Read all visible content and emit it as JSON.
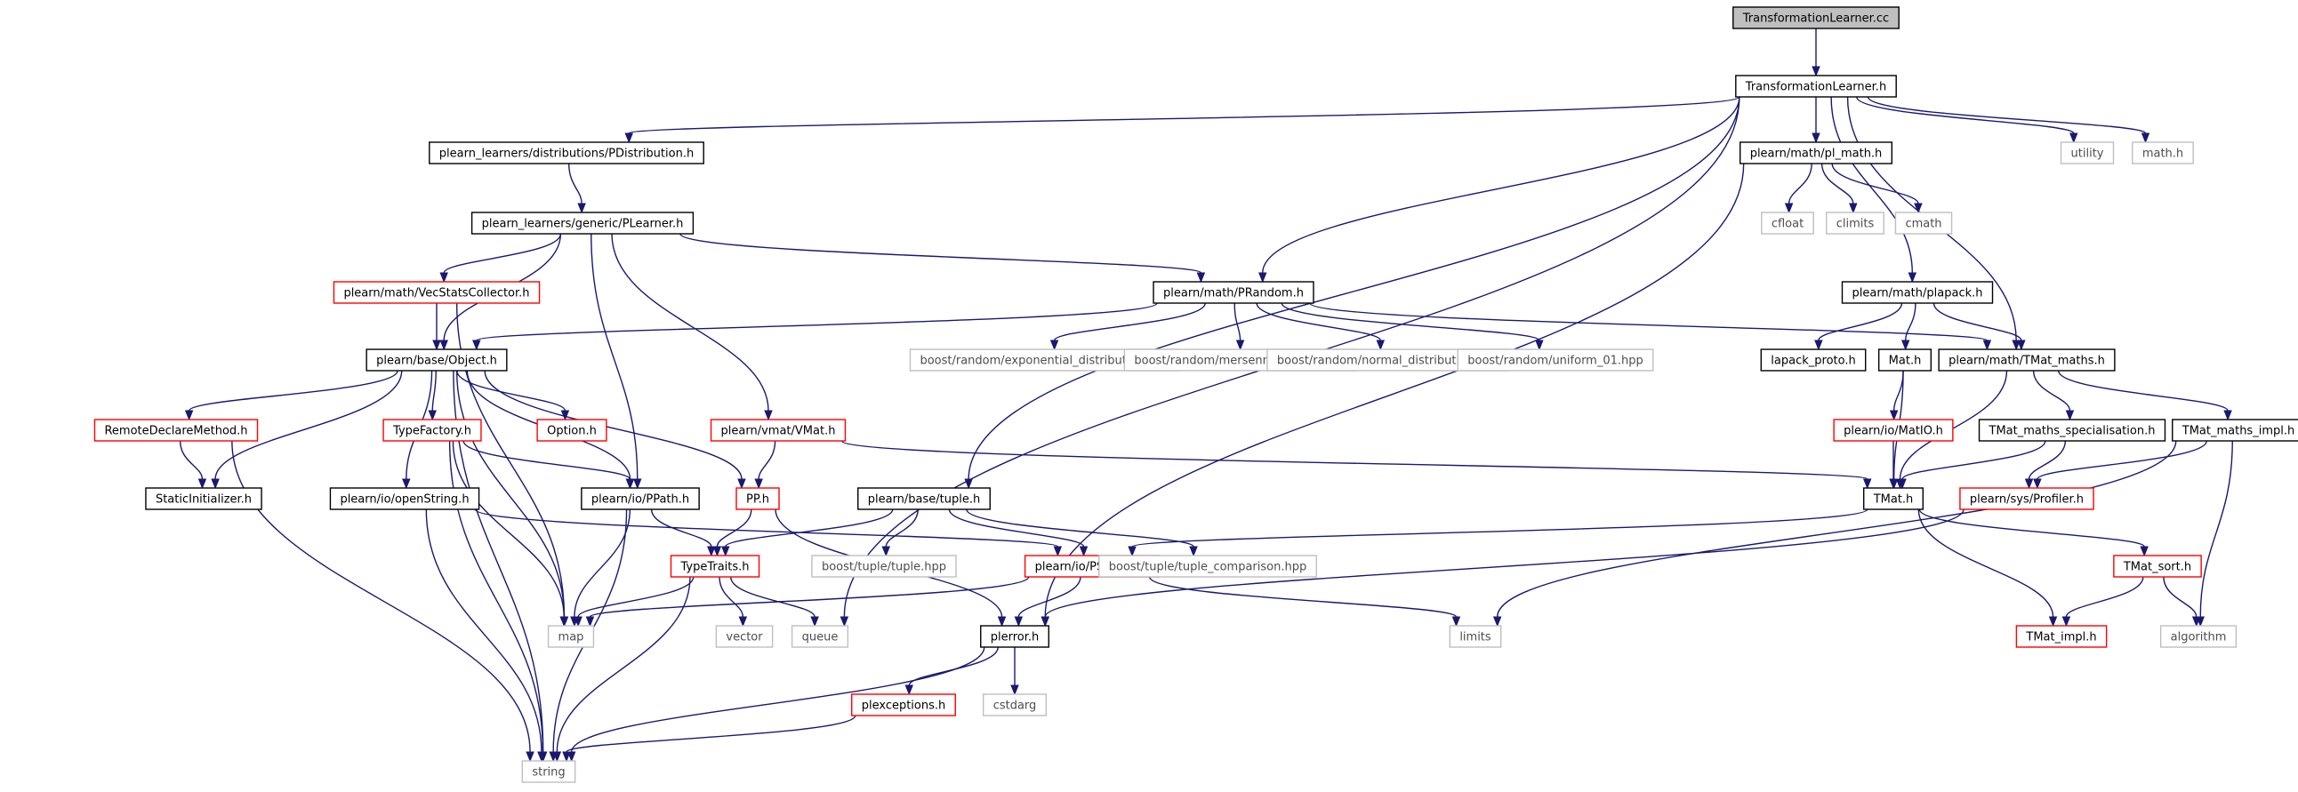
{
  "colors": {
    "edge": "#191970",
    "border_internal": "#000000",
    "border_incomplete": "#ff0000",
    "border_external": "#bfbfbf",
    "fill_root": "#bfbfbf",
    "fill_default": "#ffffff",
    "text_default": "#000000",
    "text_external": "#4d4d4d"
  },
  "nodes": [
    {
      "id": "tl_cc",
      "label": "TransformationLearner.cc",
      "kind": "root"
    },
    {
      "id": "tl_h",
      "label": "TransformationLearner.h",
      "kind": "internal"
    },
    {
      "id": "pdist",
      "label": "plearn_learners/distributions/PDistribution.h",
      "kind": "internal"
    },
    {
      "id": "plearner",
      "label": "plearn_learners/generic/PLearner.h",
      "kind": "internal"
    },
    {
      "id": "vecstats",
      "label": "plearn/math/VecStatsCollector.h",
      "kind": "incomplete"
    },
    {
      "id": "object",
      "label": "plearn/base/Object.h",
      "kind": "internal"
    },
    {
      "id": "prandom",
      "label": "plearn/math/PRandom.h",
      "kind": "internal"
    },
    {
      "id": "plmath",
      "label": "plearn/math/pl_math.h",
      "kind": "internal"
    },
    {
      "id": "utility",
      "label": "utility",
      "kind": "external"
    },
    {
      "id": "mathh",
      "label": "math.h",
      "kind": "external"
    },
    {
      "id": "cfloat",
      "label": "cfloat",
      "kind": "external"
    },
    {
      "id": "climits",
      "label": "climits",
      "kind": "external"
    },
    {
      "id": "cmath",
      "label": "cmath",
      "kind": "external"
    },
    {
      "id": "plapack",
      "label": "plearn/math/plapack.h",
      "kind": "internal"
    },
    {
      "id": "expdist",
      "label": "boost/random/exponential_distribution.hpp",
      "kind": "external"
    },
    {
      "id": "mersenne",
      "label": "boost/random/mersenne_twister.hpp",
      "kind": "external"
    },
    {
      "id": "normdist",
      "label": "boost/random/normal_distribution.hpp",
      "kind": "external"
    },
    {
      "id": "uniform",
      "label": "boost/random/uniform_01.hpp",
      "kind": "external"
    },
    {
      "id": "lapackproto",
      "label": "lapack_proto.h",
      "kind": "internal"
    },
    {
      "id": "math",
      "label": "Mat.h",
      "kind": "internal"
    },
    {
      "id": "tmatmaths",
      "label": "plearn/math/TMat_maths.h",
      "kind": "internal"
    },
    {
      "id": "remotedecl",
      "label": "RemoteDeclareMethod.h",
      "kind": "incomplete"
    },
    {
      "id": "typefactory",
      "label": "TypeFactory.h",
      "kind": "incomplete"
    },
    {
      "id": "option",
      "label": "Option.h",
      "kind": "incomplete"
    },
    {
      "id": "vmat",
      "label": "plearn/vmat/VMat.h",
      "kind": "incomplete"
    },
    {
      "id": "matio",
      "label": "plearn/io/MatIO.h",
      "kind": "incomplete"
    },
    {
      "id": "tmatspec",
      "label": "TMat_maths_specialisation.h",
      "kind": "internal"
    },
    {
      "id": "tmatimplh",
      "label": "TMat_maths_impl.h",
      "kind": "internal"
    },
    {
      "id": "staticinit",
      "label": "StaticInitializer.h",
      "kind": "internal"
    },
    {
      "id": "openstring",
      "label": "plearn/io/openString.h",
      "kind": "internal"
    },
    {
      "id": "ppath",
      "label": "plearn/io/PPath.h",
      "kind": "internal"
    },
    {
      "id": "pph",
      "label": "PP.h",
      "kind": "incomplete"
    },
    {
      "id": "tuple",
      "label": "plearn/base/tuple.h",
      "kind": "internal"
    },
    {
      "id": "tmath",
      "label": "TMat.h",
      "kind": "internal"
    },
    {
      "id": "profiler",
      "label": "plearn/sys/Profiler.h",
      "kind": "incomplete"
    },
    {
      "id": "typetraits",
      "label": "TypeTraits.h",
      "kind": "incomplete"
    },
    {
      "id": "tuplehpp",
      "label": "boost/tuple/tuple.hpp",
      "kind": "external"
    },
    {
      "id": "pstream",
      "label": "plearn/io/PStream.h",
      "kind": "incomplete"
    },
    {
      "id": "tuplecomp",
      "label": "boost/tuple/tuple_comparison.hpp",
      "kind": "external"
    },
    {
      "id": "tmatsort",
      "label": "TMat_sort.h",
      "kind": "incomplete"
    },
    {
      "id": "map",
      "label": "map",
      "kind": "external"
    },
    {
      "id": "vector",
      "label": "vector",
      "kind": "external"
    },
    {
      "id": "queue",
      "label": "queue",
      "kind": "external"
    },
    {
      "id": "plerror",
      "label": "plerror.h",
      "kind": "internal"
    },
    {
      "id": "limits",
      "label": "limits",
      "kind": "external"
    },
    {
      "id": "tmatimpl",
      "label": "TMat_impl.h",
      "kind": "incomplete"
    },
    {
      "id": "algorithm",
      "label": "algorithm",
      "kind": "external"
    },
    {
      "id": "cstdarg",
      "label": "cstdarg",
      "kind": "external"
    },
    {
      "id": "plexceptions",
      "label": "plexceptions.h",
      "kind": "incomplete"
    },
    {
      "id": "string",
      "label": "string",
      "kind": "external"
    }
  ],
  "edges": [
    [
      "tl_cc",
      "tl_h"
    ],
    [
      "tl_h",
      "pdist"
    ],
    [
      "tl_h",
      "prandom"
    ],
    [
      "tl_h",
      "tuple"
    ],
    [
      "tl_h",
      "queue"
    ],
    [
      "tl_h",
      "plmath"
    ],
    [
      "tl_h",
      "plapack"
    ],
    [
      "tl_h",
      "tmatmaths"
    ],
    [
      "tl_h",
      "utility"
    ],
    [
      "tl_h",
      "mathh"
    ],
    [
      "pdist",
      "plearner"
    ],
    [
      "plearner",
      "vecstats"
    ],
    [
      "plearner",
      "object"
    ],
    [
      "plearner",
      "ppath"
    ],
    [
      "plearner",
      "vmat"
    ],
    [
      "plearner",
      "prandom"
    ],
    [
      "vecstats",
      "object"
    ],
    [
      "vecstats",
      "map"
    ],
    [
      "prandom",
      "object"
    ],
    [
      "prandom",
      "expdist"
    ],
    [
      "prandom",
      "mersenne"
    ],
    [
      "prandom",
      "normdist"
    ],
    [
      "prandom",
      "uniform"
    ],
    [
      "prandom",
      "tmatmaths"
    ],
    [
      "plmath",
      "cfloat"
    ],
    [
      "plmath",
      "climits"
    ],
    [
      "plmath",
      "cmath"
    ],
    [
      "plmath",
      "plerror"
    ],
    [
      "plapack",
      "lapackproto"
    ],
    [
      "plapack",
      "math"
    ],
    [
      "plapack",
      "tmatmaths"
    ],
    [
      "object",
      "string"
    ],
    [
      "object",
      "remotedecl"
    ],
    [
      "object",
      "staticinit"
    ],
    [
      "object",
      "map"
    ],
    [
      "object",
      "openstring"
    ],
    [
      "object",
      "typefactory"
    ],
    [
      "object",
      "option"
    ],
    [
      "object",
      "ppath"
    ],
    [
      "object",
      "pph"
    ],
    [
      "remotedecl",
      "staticinit"
    ],
    [
      "remotedecl",
      "string"
    ],
    [
      "typefactory",
      "ppath"
    ],
    [
      "typefactory",
      "map"
    ],
    [
      "typefactory",
      "string"
    ],
    [
      "vmat",
      "pph"
    ],
    [
      "vmat",
      "tmath"
    ],
    [
      "openstring",
      "pstream"
    ],
    [
      "openstring",
      "string"
    ],
    [
      "ppath",
      "typetraits"
    ],
    [
      "ppath",
      "map"
    ],
    [
      "ppath",
      "string"
    ],
    [
      "pph",
      "typetraits"
    ],
    [
      "pph",
      "plerror"
    ],
    [
      "tuple",
      "typetraits"
    ],
    [
      "tuple",
      "tuplehpp"
    ],
    [
      "tuple",
      "pstream"
    ],
    [
      "tuple",
      "tuplecomp"
    ],
    [
      "math",
      "matio"
    ],
    [
      "math",
      "tmath"
    ],
    [
      "tmatmaths",
      "tmath"
    ],
    [
      "tmatmaths",
      "tmatspec"
    ],
    [
      "tmatmaths",
      "tmatimplh"
    ],
    [
      "matio",
      "tmath"
    ],
    [
      "tmatspec",
      "tmath"
    ],
    [
      "tmatspec",
      "profiler"
    ],
    [
      "tmatimplh",
      "profiler"
    ],
    [
      "tmatimplh",
      "limits"
    ],
    [
      "tmatimplh",
      "algorithm"
    ],
    [
      "tmath",
      "pstream"
    ],
    [
      "tmath",
      "tmatsort"
    ],
    [
      "tmath",
      "tmatimpl"
    ],
    [
      "profiler",
      "plerror"
    ],
    [
      "typetraits",
      "map"
    ],
    [
      "typetraits",
      "vector"
    ],
    [
      "typetraits",
      "queue"
    ],
    [
      "typetraits",
      "string"
    ],
    [
      "pstream",
      "map"
    ],
    [
      "pstream",
      "plerror"
    ],
    [
      "pstream",
      "limits"
    ],
    [
      "tmatsort",
      "tmatimpl"
    ],
    [
      "tmatsort",
      "algorithm"
    ],
    [
      "plerror",
      "string"
    ],
    [
      "plerror",
      "plexceptions"
    ],
    [
      "plerror",
      "cstdarg"
    ],
    [
      "plexceptions",
      "string"
    ]
  ]
}
